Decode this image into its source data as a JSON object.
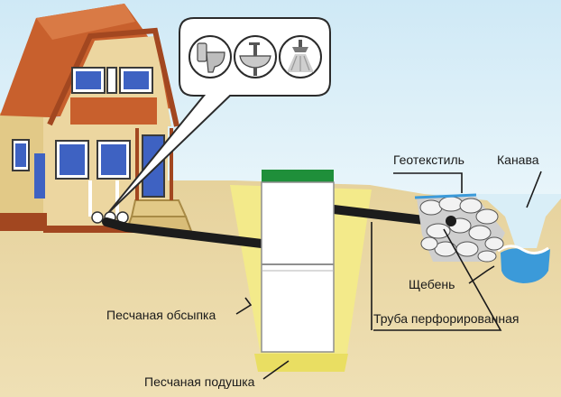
{
  "labels": {
    "geotextile": "Геотекстиль",
    "ditch": "Канава",
    "gravel": "Щебень",
    "perforated_pipe": "Труба перфорированная",
    "sand_backfill": "Песчаная обсыпка",
    "sand_cushion": "Песчаная подушка"
  },
  "fixtures": [
    "toilet-icon",
    "sink-icon",
    "shower-icon"
  ],
  "colors": {
    "sky": "#d9eef7",
    "ground": "#ead9a8",
    "sand": "#f3ea8a",
    "roof": "#c8602d",
    "wall": "#e9d49a",
    "tank_lid": "#1f8f3a",
    "pipe": "#1c1c1c",
    "water": "#3b9ad9"
  }
}
